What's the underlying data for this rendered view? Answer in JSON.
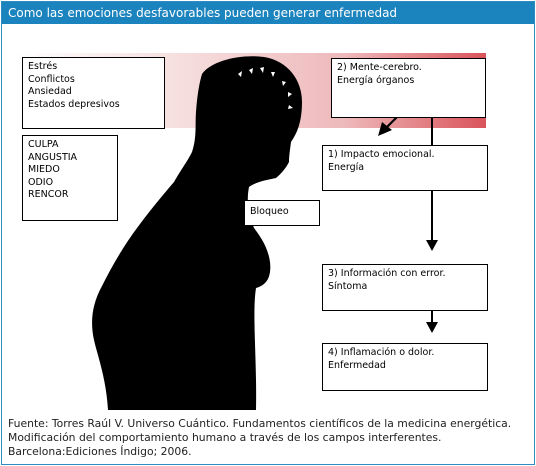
{
  "title": "Como las emociones desfavorables pueden generar enfermedad",
  "colors": {
    "title_bar": "#1b83bd",
    "band_gradient_end": "#d9535a",
    "silhouette": "#000000",
    "border": "#2f8cc3"
  },
  "boxes": {
    "stressors": [
      "Estrés",
      "Conflictos",
      "Ansiedad",
      "Estados depresivos"
    ],
    "emotions": [
      "CULPA",
      "ANGUSTIA",
      "MIEDO",
      "ODIO",
      "RENCOR"
    ],
    "bloqueo": "Bloqueo",
    "mind_brain": [
      "2) Mente-cerebro.",
      "Energía órganos"
    ],
    "step1": [
      "1) Impacto emocional.",
      "Energía"
    ],
    "step3": [
      "3) Información con error.",
      "Síntoma"
    ],
    "step4": [
      "4) Inflamación o dolor.",
      "Enfermedad"
    ]
  },
  "footer": [
    "Fuente: Torres Raúl V. Universo Cuántico. Fundamentos científicos de la medicina energética.",
    "Modificación del comportamiento humano a través de los campos interferentes.",
    "Barcelona:Ediciones Índigo; 2006."
  ]
}
